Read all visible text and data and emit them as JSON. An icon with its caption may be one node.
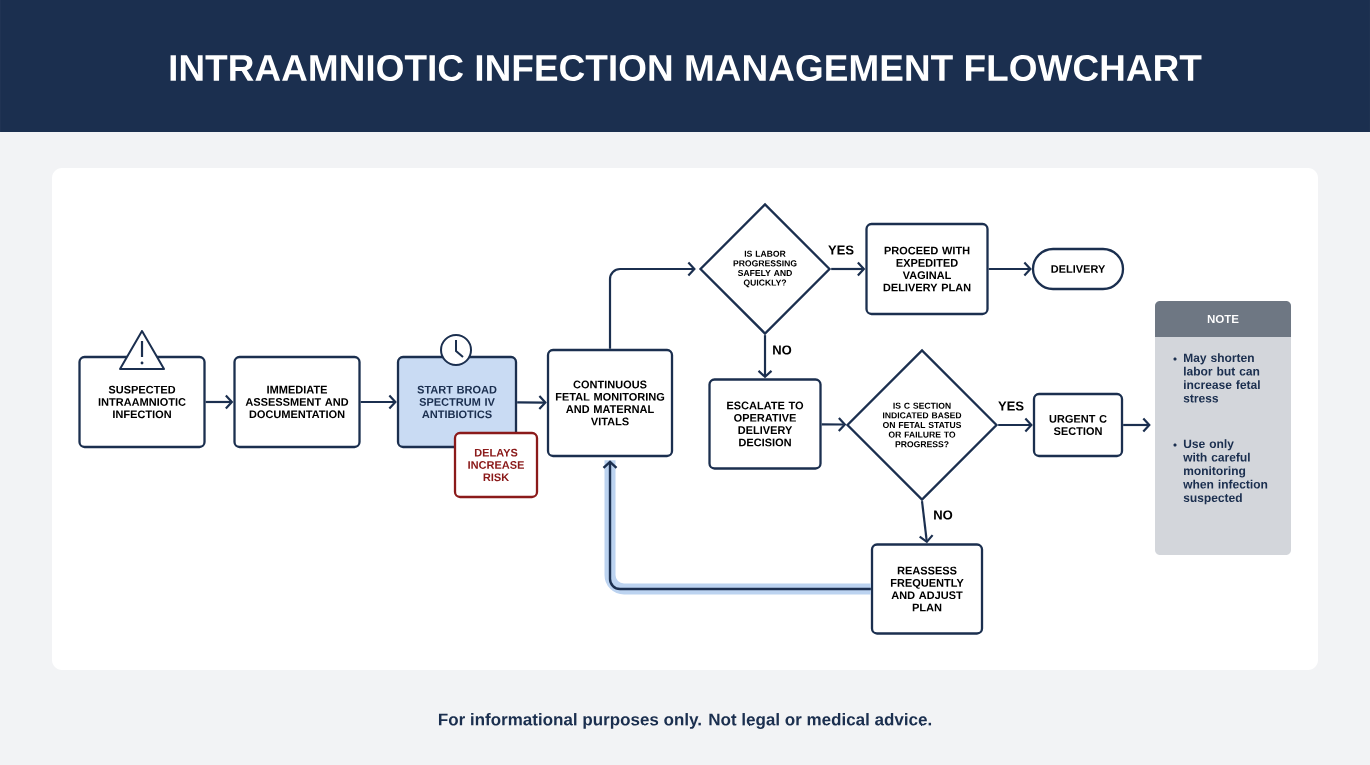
{
  "diagram": {
    "title": "INTRAAMNIOTIC INFECTION MANAGEMENT FLOWCHART",
    "caption": "For informational purposes only. Not legal or medical advice.",
    "nodes": [
      {
        "text": [
          "SUSPECTED INTRAAMNIOTIC INFECTION"
        ]
      },
      {
        "text": [
          "IMMEDIATE ASSESSMENT AND DOCUMENTATION"
        ]
      },
      {
        "text": [
          "START BROAD SPECTRUM IV ANTIBIOTICS"
        ]
      },
      {
        "text": [
          "DELAYS INCREASE RISK"
        ]
      },
      {
        "text": [
          "CONTINUOUS FETAL MONITORING AND MATERNAL VITALS"
        ]
      },
      {
        "text": [
          "IS LABOR PROGRESSING SAFELY AND QUICKLY?"
        ]
      },
      {
        "text": [
          "PROCEED WITH EXPEDITED VAGINAL DELIVERY PLAN"
        ]
      },
      {
        "text": [
          "DELIVERY"
        ]
      },
      {
        "text": [
          "ESCALATE TO OPERATIVE DELIVERY DECISION"
        ]
      },
      {
        "text": [
          "IS C SECTION INDICATED BASED ON FETAL STATUS OR FAILURE TO PROGRESS?"
        ]
      },
      {
        "text": [
          "URGENT C SECTION"
        ]
      },
      {
        "text": [
          "NOTE",
          "May shorten labor but can increase fetal stress",
          "Use only with careful monitoring when infection suspected"
        ]
      },
      {
        "text": [
          "REASSESS FREQUENTLY AND ADJUST PLAN"
        ]
      }
    ],
    "edges": [
      {
        "from": 0,
        "to": 1,
        "arrow": "to"
      },
      {
        "from": 1,
        "to": 2,
        "arrow": "to"
      },
      {
        "from": 2,
        "to": 4,
        "arrow": "to"
      },
      {
        "from": 4,
        "to": 5,
        "arrow": "to"
      },
      {
        "from": 5,
        "to": 6,
        "arrow": "to",
        "label": "YES"
      },
      {
        "from": 6,
        "to": 7,
        "arrow": "to"
      },
      {
        "from": 5,
        "to": 8,
        "arrow": "to",
        "label": "NO"
      },
      {
        "from": 8,
        "to": 9,
        "arrow": "to"
      },
      {
        "from": 9,
        "to": 10,
        "arrow": "to",
        "label": "YES"
      },
      {
        "from": 10,
        "to": 11,
        "arrow": "to"
      },
      {
        "from": 9,
        "to": 12,
        "arrow": "to",
        "label": "NO"
      },
      {
        "from": 12,
        "to": 4,
        "arrow": "to",
        "style": "thick",
        "color": "#bcd3f0"
      }
    ]
  }
}
